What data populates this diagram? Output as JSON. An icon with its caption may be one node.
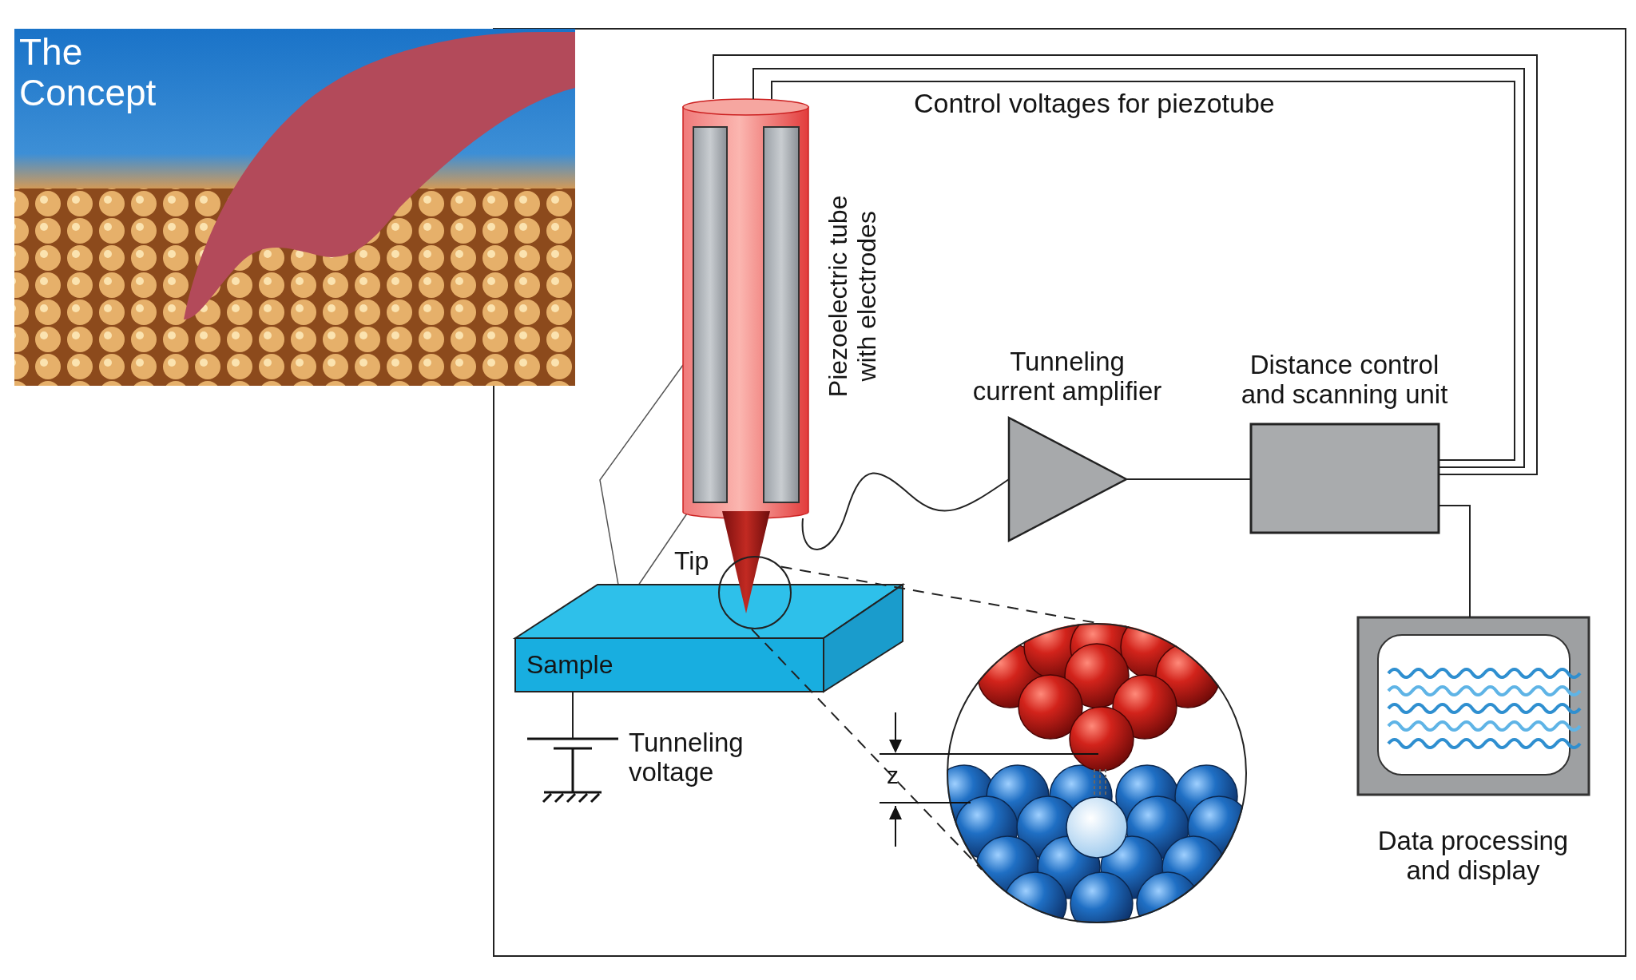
{
  "diagram": {
    "nodes": [
      {
        "text": [
          "Piezoelectric tube with electrodes"
        ]
      },
      {
        "text": [
          "Tunneling current amplifier"
        ]
      },
      {
        "text": [
          "Distance control and scanning unit"
        ]
      },
      {
        "text": [
          "Data processing and display"
        ]
      },
      {
        "text": [
          "Sample"
        ]
      },
      {
        "text": [
          "Tip"
        ]
      },
      {
        "text": [
          "Tunneling voltage"
        ]
      },
      {
        "text": [],
        "shape": "circle"
      },
      {
        "text": [],
        "shape": "picture"
      }
    ],
    "edges": [
      {
        "from": 2,
        "to": 0,
        "arrow": "none"
      },
      {
        "from": 2,
        "to": 0,
        "arrow": "none"
      },
      {
        "from": 2,
        "to": 0,
        "arrow": "none",
        "label": "Control voltages for piezotube"
      },
      {
        "from": 0,
        "to": 1,
        "arrow": "none"
      },
      {
        "from": 1,
        "to": 2,
        "arrow": "none"
      },
      {
        "from": 2,
        "to": 3,
        "arrow": "none"
      },
      {
        "from": 4,
        "to": 6,
        "arrow": "none"
      },
      {
        "from": 7,
        "to": 8,
        "arrow": "none",
        "style": "dashed"
      },
      {
        "from": 7,
        "to": 8,
        "arrow": "none",
        "style": "dashed"
      }
    ],
    "labels": [
      "The Concept",
      "z"
    ]
  }
}
